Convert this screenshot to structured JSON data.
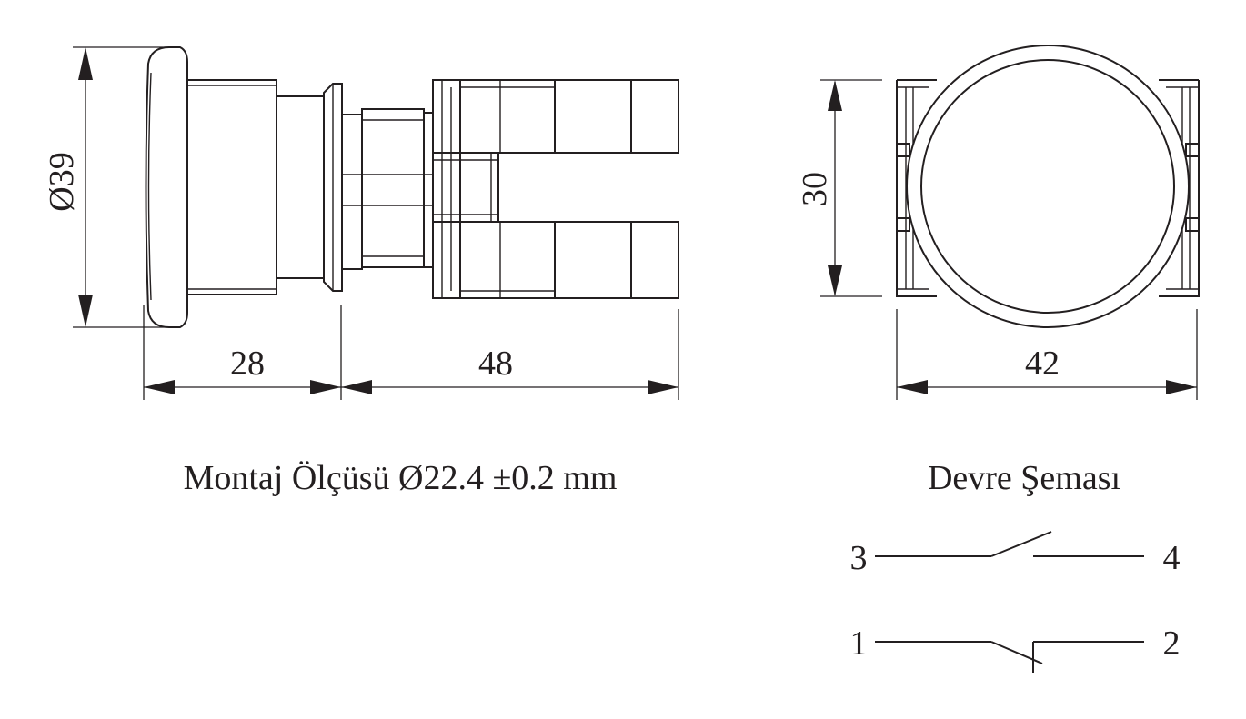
{
  "side_view": {
    "dim_diameter": "Ø39",
    "dim_head_length": "28",
    "dim_body_length": "48"
  },
  "front_view": {
    "dim_height": "30",
    "dim_width": "42"
  },
  "mounting_caption": "Montaj Ölçüsü Ø22.4 ±0.2 mm",
  "circuit": {
    "title": "Devre Şeması",
    "no_contact": {
      "left_pin": "3",
      "right_pin": "4"
    },
    "nc_contact": {
      "left_pin": "1",
      "right_pin": "2"
    }
  },
  "colors": {
    "line": "#231f20",
    "background": "#ffffff"
  }
}
